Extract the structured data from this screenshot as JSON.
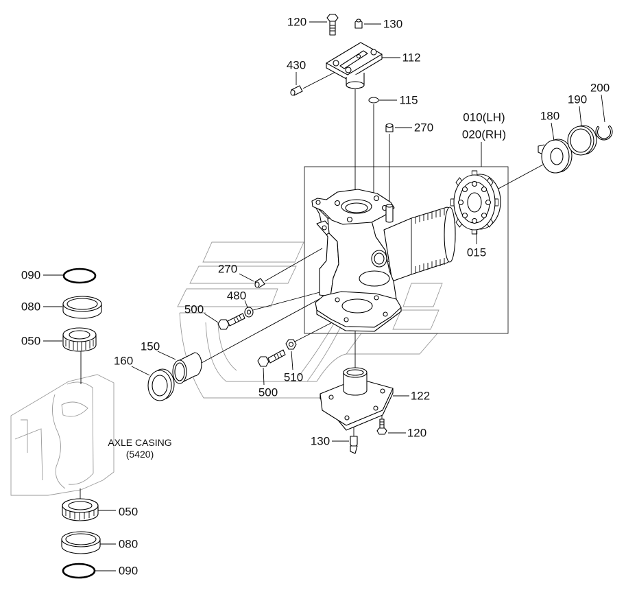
{
  "callouts": {
    "bolt_120_top": "120",
    "nipple_130_top": "130",
    "cover_112": "112",
    "pin_430": "430",
    "oring_115": "115",
    "plug_270_top": "270",
    "knuckle_lh": "010(LH)",
    "knuckle_rh": "020(RH)",
    "washer_180": "180",
    "ring_190": "190",
    "snap_ring_200": "200",
    "hub_015": "015",
    "plug_270_side": "270",
    "washer_480": "480",
    "bolt_500_side": "500",
    "seal_090_top": "090",
    "race_080_top": "080",
    "bearing_050_top": "050",
    "bushing_150": "150",
    "seal_160": "160",
    "nut_510": "510",
    "bolt_500_lower": "500",
    "cover_122": "122",
    "bolt_120_bottom": "120",
    "nipple_130_bottom": "130",
    "bearing_050_bottom": "050",
    "race_080_bottom": "080",
    "seal_090_bottom": "090"
  },
  "axle_casing": {
    "label": "AXLE CASING",
    "part_number": "(5420)"
  }
}
